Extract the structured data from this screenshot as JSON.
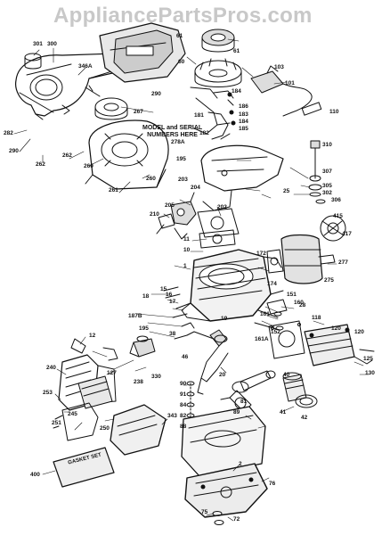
{
  "watermark": "AppliancePartsPros.com",
  "note": {
    "line1": "MODEL and SERIAL",
    "line2": "NUMBERS HERE"
  },
  "gasket_set_label": "GASKET SET",
  "callouts": {
    "c300": "300",
    "c301": "301",
    "c346a": "346A",
    "c282": "282",
    "c290": "290",
    "c262a": "262",
    "c262b": "262",
    "c260a": "260",
    "c267": "267",
    "c278a": "278A",
    "c261": "261",
    "c260b": "260",
    "c61": "61",
    "c60": "60",
    "c103": "103",
    "c101": "101",
    "c184": "184",
    "c186": "186",
    "c181": "181",
    "c182": "182",
    "c183": "183",
    "c184b": "184",
    "c185": "185",
    "c110": "110",
    "c195": "195",
    "c204": "204",
    "c203": "203",
    "c25": "25",
    "c310": "310",
    "c307": "307",
    "c305": "305",
    "c302": "302",
    "c306": "306",
    "c210": "210",
    "c202": "202",
    "c205": "205",
    "c415": "415",
    "c417": "417",
    "c11": "11",
    "c10": "10",
    "c172": "172",
    "c277": "277",
    "c174": "174",
    "c275": "275",
    "c1": "1",
    "c15": "15",
    "c16": "16",
    "c17": "17",
    "c18": "18",
    "c151": "151",
    "c160": "160",
    "c161": "161",
    "c120": "120",
    "c19": "19",
    "c187b": "187B",
    "c195b": "195",
    "c152": "152",
    "c28": "28",
    "c118": "118",
    "c161a": "161A",
    "c120b": "120",
    "c12": "12",
    "c38": "38",
    "c46": "46",
    "c20": "20",
    "c40": "40",
    "c125": "125",
    "c130": "130",
    "c240": "240",
    "c127": "127",
    "c238": "238",
    "c330": "330",
    "c90": "90",
    "c91": "91",
    "c84": "84",
    "c82": "82",
    "c88": "88",
    "c89": "89",
    "c81": "81",
    "c41": "41",
    "c42": "42",
    "c253": "253",
    "c245": "245",
    "c251": "251",
    "c250": "250",
    "c343": "343",
    "c76": "76",
    "c2": "2",
    "c75": "75",
    "c72": "72",
    "c400": "400"
  }
}
